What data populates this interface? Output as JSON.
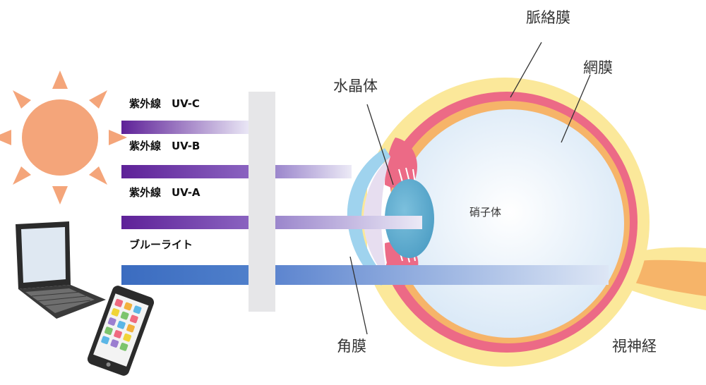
{
  "rays": {
    "uvc": "紫外線　UV-C",
    "uvb": "紫外線　UV-B",
    "uva": "紫外線　UV-A",
    "blue": "ブルーライト"
  },
  "eye_parts": {
    "choroid": "脈絡膜",
    "retina": "網膜",
    "lens": "水晶体",
    "vitreous": "硝子体",
    "cornea": "角膜",
    "optic_nerve": "視神経"
  },
  "colors": {
    "sun": "#f4a57a",
    "sclera": "#fbe89a",
    "choroid": "#ec6a86",
    "retina": "#f6b469",
    "vitreous": "#e3eef8",
    "lens": "#5eaed0",
    "cornea": "#9fd3ee",
    "ray_purple": "#6a2ea5",
    "ray_blue": "#3d6fc0",
    "filter": "#e6e6e8"
  },
  "icons": {
    "sun": "sun-icon",
    "laptop": "laptop-icon",
    "smartphone": "smartphone-icon"
  }
}
